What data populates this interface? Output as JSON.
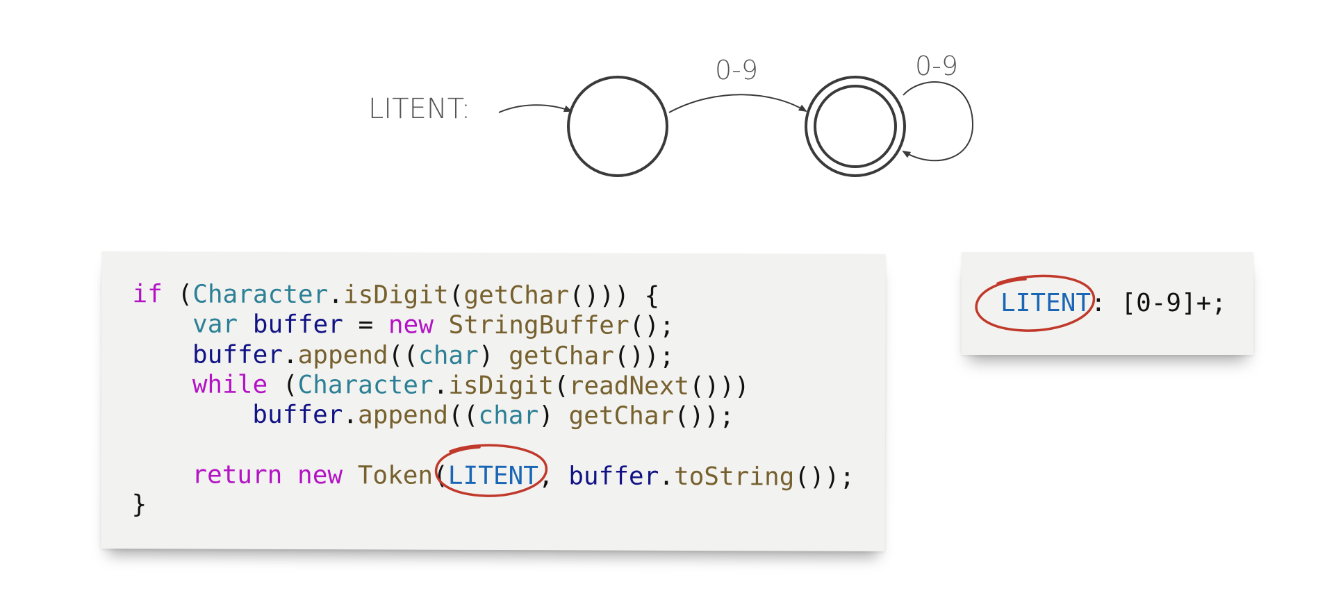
{
  "automaton": {
    "name_label": "LITENT:",
    "transition_label": "0-9",
    "loop_label": "0-9"
  },
  "code_block": {
    "lines": [
      [
        [
          "k",
          "if"
        ],
        [
          "p",
          " ("
        ],
        [
          "t",
          "Character"
        ],
        [
          "p",
          "."
        ],
        [
          "f",
          "isDigit"
        ],
        [
          "p",
          "("
        ],
        [
          "f",
          "getChar"
        ],
        [
          "p",
          "())) {"
        ]
      ],
      [
        [
          "p",
          "    "
        ],
        [
          "t",
          "var"
        ],
        [
          "p",
          " "
        ],
        [
          "v",
          "buffer"
        ],
        [
          "p",
          " = "
        ],
        [
          "k",
          "new"
        ],
        [
          "p",
          " "
        ],
        [
          "f",
          "StringBuffer"
        ],
        [
          "p",
          "();"
        ]
      ],
      [
        [
          "p",
          "    "
        ],
        [
          "v",
          "buffer"
        ],
        [
          "p",
          "."
        ],
        [
          "f",
          "append"
        ],
        [
          "p",
          "(("
        ],
        [
          "t",
          "char"
        ],
        [
          "p",
          ") "
        ],
        [
          "f",
          "getChar"
        ],
        [
          "p",
          "());"
        ]
      ],
      [
        [
          "p",
          "    "
        ],
        [
          "k",
          "while"
        ],
        [
          "p",
          " ("
        ],
        [
          "t",
          "Character"
        ],
        [
          "p",
          "."
        ],
        [
          "f",
          "isDigit"
        ],
        [
          "p",
          "("
        ],
        [
          "f",
          "readNext"
        ],
        [
          "p",
          "()))"
        ]
      ],
      [
        [
          "p",
          "        "
        ],
        [
          "v",
          "buffer"
        ],
        [
          "p",
          "."
        ],
        [
          "f",
          "append"
        ],
        [
          "p",
          "(("
        ],
        [
          "t",
          "char"
        ],
        [
          "p",
          ") "
        ],
        [
          "f",
          "getChar"
        ],
        [
          "p",
          "());"
        ]
      ],
      [
        [
          "p",
          ""
        ]
      ],
      [
        [
          "p",
          "    "
        ],
        [
          "k",
          "return"
        ],
        [
          "p",
          " "
        ],
        [
          "k",
          "new"
        ],
        [
          "p",
          " "
        ],
        [
          "f",
          "Token"
        ],
        [
          "p",
          "("
        ],
        [
          "c",
          "LITENT"
        ],
        [
          "p",
          ", "
        ],
        [
          "v",
          "buffer"
        ],
        [
          "p",
          "."
        ],
        [
          "f",
          "toString"
        ],
        [
          "p",
          "());"
        ]
      ],
      [
        [
          "p",
          "}"
        ]
      ]
    ]
  },
  "grammar_rule": {
    "lines": [
      [
        [
          "c",
          "LITENT"
        ],
        [
          "p",
          ": [0-9]+;"
        ]
      ]
    ]
  },
  "colors": {
    "keyword": "#b313c4",
    "type": "#2c8096",
    "function": "#76602d",
    "variable": "#111385",
    "constant": "#1a66b5",
    "highlight_circle": "#c0392b",
    "diagram_stroke": "#3a3a3a"
  }
}
